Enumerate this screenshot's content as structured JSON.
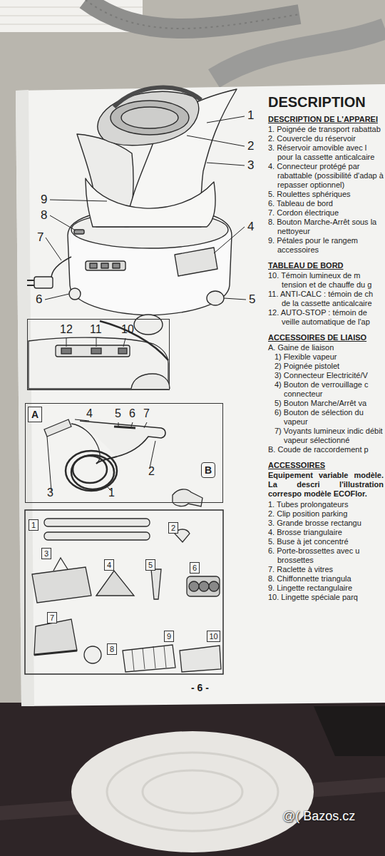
{
  "diagram": {
    "title": "DESCRIPTION",
    "nodes": [
      {
        "text": [
          "12",
          "11",
          "10"
        ]
      },
      {
        "text": [
          "4",
          "5",
          "6",
          "7",
          "2",
          "3",
          "1"
        ]
      },
      {
        "text": [
          "A"
        ],
        "in": 1
      },
      {
        "text": [
          "B"
        ],
        "in": 1
      },
      {
        "text": [
          "1"
        ]
      },
      {
        "text": [
          "2"
        ]
      },
      {
        "text": [
          "3"
        ]
      },
      {
        "text": [
          "4"
        ]
      },
      {
        "text": [
          "5"
        ]
      },
      {
        "text": [
          "6"
        ]
      },
      {
        "text": [
          "7"
        ]
      },
      {
        "text": [
          "8"
        ]
      },
      {
        "text": [
          "9"
        ]
      },
      {
        "text": [
          "10"
        ]
      }
    ],
    "labels": [
      "1",
      "2",
      "3",
      "9",
      "8",
      "4",
      "7",
      "6",
      "5",
      "DESCRIPTION DE L'APPAREI",
      "1. Poignée de transport rabattab",
      "2. Couvercle du réservoir",
      "3. Réservoir amovible avec l pour la cassette anticalcaire",
      "4. Connecteur protégé par rabattable (possibilité d'adap à repasser optionnel)",
      "5. Roulettes sphériques",
      "6. Tableau de bord",
      "7. Cordon électrique",
      "8. Bouton Marche-Arrêt sous la nettoyeur",
      "9. Pétales pour le rangem accessoires",
      "TABLEAU DE BORD",
      "10. Témoin lumineux de m tension et de chauffe du g",
      "11. ANTI-CALC : témoin de ch de la cassette anticalcaire",
      "12. AUTO-STOP : témoin de veille automatique de l'ap",
      "ACCESSOIRES DE LIAISO",
      "A. Gaine de liaison",
      "1) Flexible vapeur",
      "2) Poignée pistolet",
      "3) Connecteur Electricité/V",
      "4) Bouton de verrouillage c connecteur",
      "5) Bouton Marche/Arrêt va",
      "6) Bouton de sélection du vapeur",
      "7) Voyants lumineux indic débit vapeur sélectionné",
      "B. Coude de raccordement p",
      "ACCESSOIRES",
      "Equipement variable modèle. La descri l'illustration correspo modèle ECOFlor.",
      "1. Tubes prolongateurs",
      "2. Clip position parking",
      "3. Grande brosse rectangu",
      "4. Brosse triangulaire",
      "5. Buse à jet concentré",
      "6. Porte-brossettes avec u brossettes",
      "7. Raclette à vitres",
      "8. Chiffonnette triangula",
      "9. Lingette rectangulaire",
      "10. Lingette spéciale parq",
      "- 6 -",
      "@( Bazos.cz"
    ]
  }
}
